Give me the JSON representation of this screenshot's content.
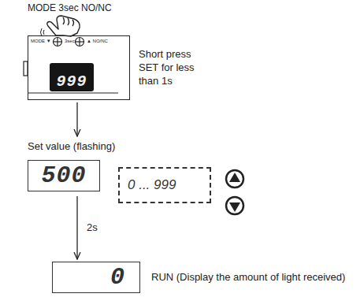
{
  "diagram": {
    "nodes": [
      {
        "text": [
          "MODE ▼",
          "3sec",
          "▲ NO/NC"
        ]
      },
      {
        "text": [
          "999"
        ],
        "in": 0
      },
      {
        "text": [
          "Set value (flashing)",
          "500"
        ]
      },
      {
        "text": [
          "0 ... 999"
        ]
      },
      {
        "text": [
          "0"
        ]
      }
    ],
    "edges": [
      {
        "from": 0,
        "to": 2,
        "arrow": "to"
      },
      {
        "from": 2,
        "to": 4,
        "arrow": "to",
        "label": "2s"
      }
    ],
    "labels": [
      "MODE 3sec NO/NC",
      "Short press SET for less than 1s",
      "RUN (Display the amount of light received)"
    ]
  }
}
